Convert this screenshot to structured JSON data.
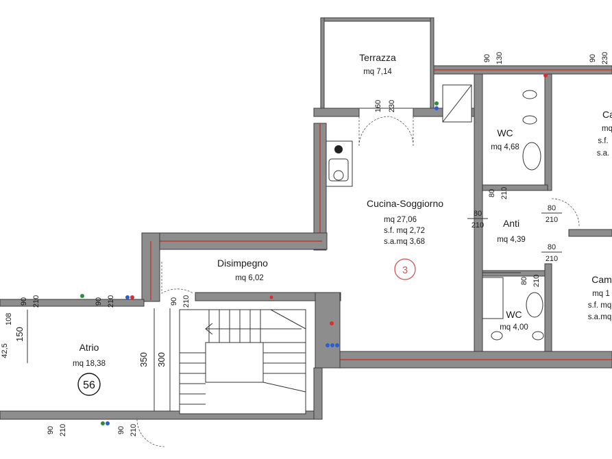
{
  "rooms": {
    "terrazza": {
      "name": "Terrazza",
      "area": "mq 7,14"
    },
    "cucina": {
      "name": "Cucina-Soggiorno",
      "area": "mq 27,06",
      "sf": "s.f. mq 2,72",
      "sa": "s.a.mq 3,68"
    },
    "disimpegno": {
      "name": "Disimpegno",
      "area": "mq 6,02"
    },
    "wc1": {
      "name": "WC",
      "area": "mq 4,68"
    },
    "anti": {
      "name": "Anti",
      "area": "mq 4,39"
    },
    "wc2": {
      "name": "WC",
      "area": "mq 4,00"
    },
    "atrio": {
      "name": "Atrio",
      "area": "mq 18,38"
    },
    "camera1": {
      "name": "Ca",
      "area": "mq",
      "sf": "s.f.",
      "sa": "s.a."
    },
    "camera2": {
      "name": "Cam",
      "area": "mq 1",
      "sf": "s.f. mq",
      "sa": "s.a.mq"
    }
  },
  "markers": {
    "unit": "3",
    "stair": "56"
  },
  "dims": {
    "terr_160": "160",
    "terr_230": "230",
    "top_90a": "90",
    "top_130a": "130",
    "top_90b": "90",
    "top_230b": "230",
    "wc_80": "80",
    "wc_210": "210",
    "anti_80": "80",
    "anti_210": "210",
    "cam_80": "80",
    "cam_210": "210",
    "cam2_80": "80",
    "cam2_210": "210",
    "wc2_80": "80",
    "wc2_210": "210",
    "dis_90": "90",
    "dis_210": "210",
    "atr_90a": "90",
    "atr_210a": "210",
    "atr_90b": "90",
    "atr_210b": "210",
    "left_108": "108",
    "left_150": "150",
    "left_42": "42,5",
    "bot_90a": "90",
    "bot_210a": "210",
    "bot_90b": "90",
    "bot_210b": "210",
    "stair_350": "350",
    "stair_300": "300"
  },
  "colors": {
    "wall": "#8d8d8d",
    "accent_red": "#c0392b",
    "marker_red": "#d35454"
  }
}
